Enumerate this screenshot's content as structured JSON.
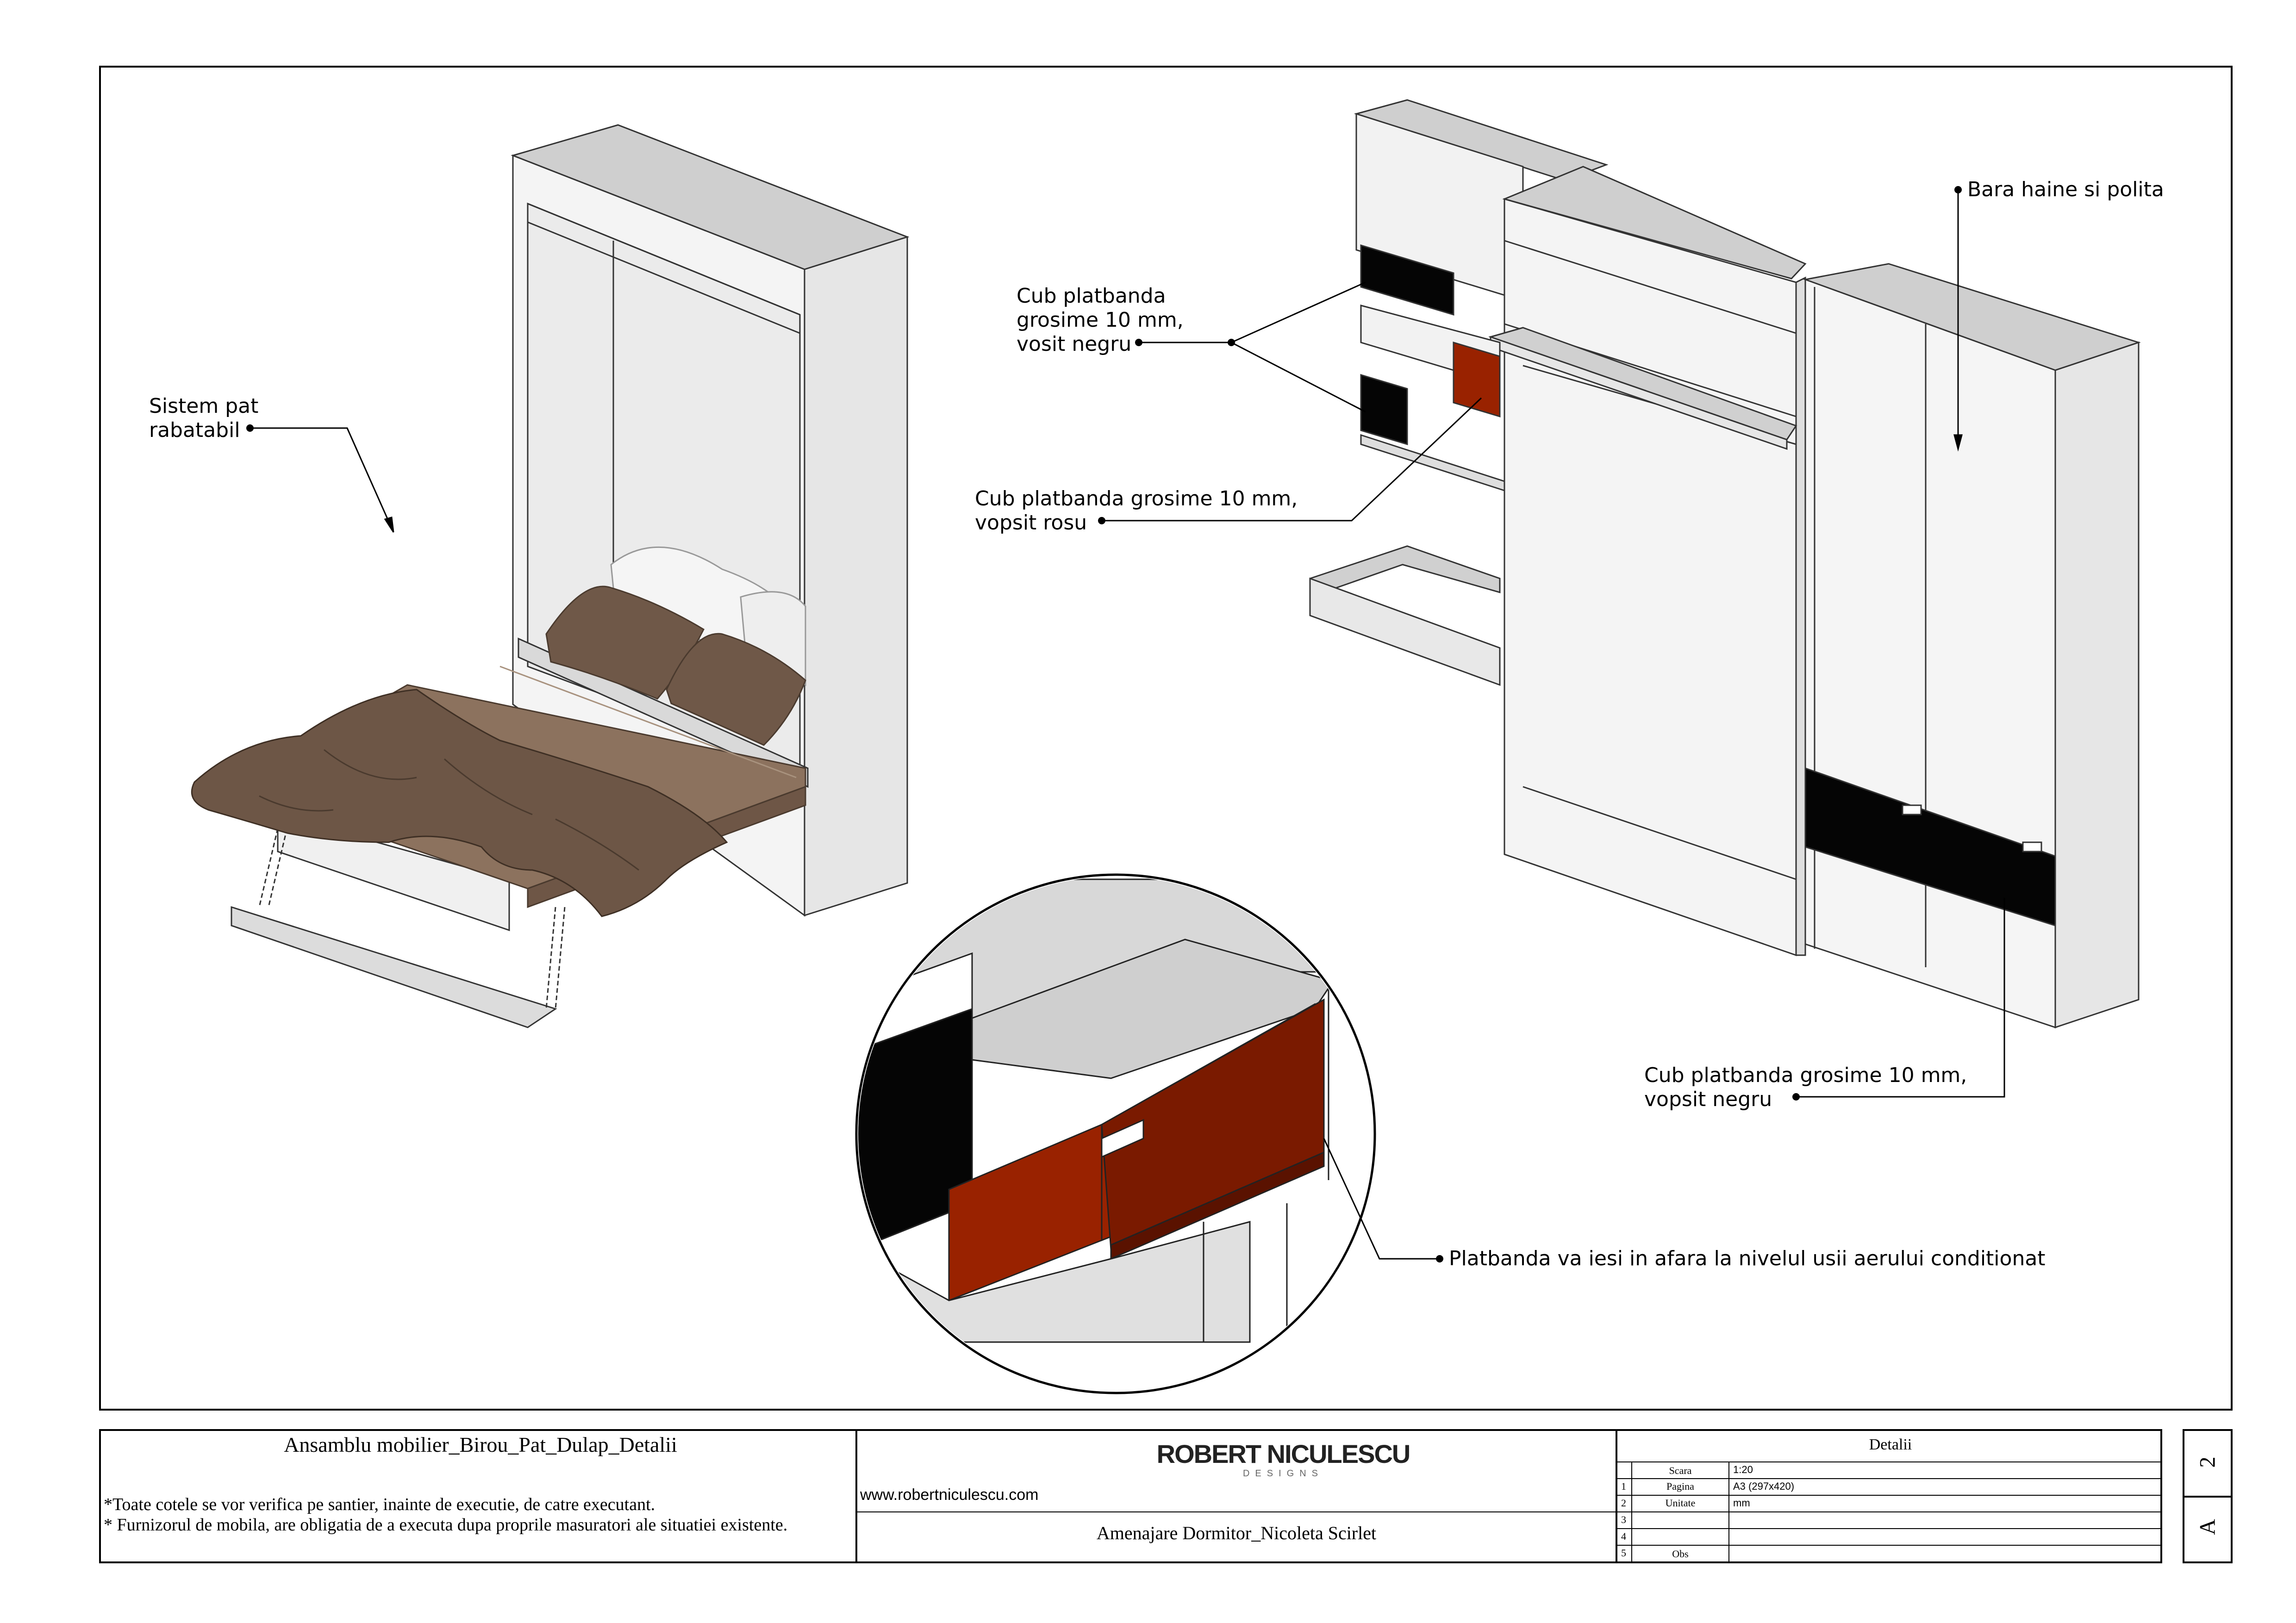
{
  "callouts": {
    "sistem_pat": [
      "Sistem pat",
      "rabatabil"
    ],
    "cub_negru_top": [
      "Cub platbanda",
      "grosime 10 mm,",
      "vosit negru"
    ],
    "cub_rosu": [
      "Cub platbanda grosime 10 mm,",
      "vopsit rosu"
    ],
    "bara_haine": "Bara haine si polita",
    "cub_negru_right": [
      "Cub platbanda grosime 10 mm,",
      "vopsit negru"
    ],
    "platbanda_note": "Platbanda va iesi in afara la nivelul usii aerului conditionat"
  },
  "title_block": {
    "project_title": "Ansamblu mobilier_Birou_Pat_Dulap_Detalii",
    "notes": [
      "*Toate cotele se vor verifica pe santier, inainte de executie, de catre executant.",
      "* Furnizorul de mobila, are obligatia de a executa dupa proprile masuratori ale situatiei existente."
    ],
    "brand": "ROBERT NICULESCU",
    "brand_sub": "DESIGNS",
    "website": "www.robertniculescu.com",
    "client": "Amenajare Dormitor_Nicoleta Scirlet",
    "sheet_type": "Detalii",
    "rows": [
      {
        "num": "",
        "label": "Scara",
        "value": "1:20"
      },
      {
        "num": "1",
        "label": "Pagina",
        "value": "A3 (297x420)"
      },
      {
        "num": "2",
        "label": "Unitate",
        "value": "mm"
      },
      {
        "num": "3",
        "label": "",
        "value": ""
      },
      {
        "num": "4",
        "label": "",
        "value": ""
      },
      {
        "num": "5",
        "label": "Obs",
        "value": ""
      }
    ],
    "page_number": "2",
    "sheet_letter": "A"
  },
  "colors": {
    "panel_light": "#f2f2f2",
    "panel_mid": "#d4d4d4",
    "panel_dark": "#bdbdbd",
    "black_panel": "#050505",
    "red_panel": "#992200",
    "red_dark": "#6b1500",
    "fabric": "#7a6250",
    "fabric_dark": "#5a4638"
  }
}
